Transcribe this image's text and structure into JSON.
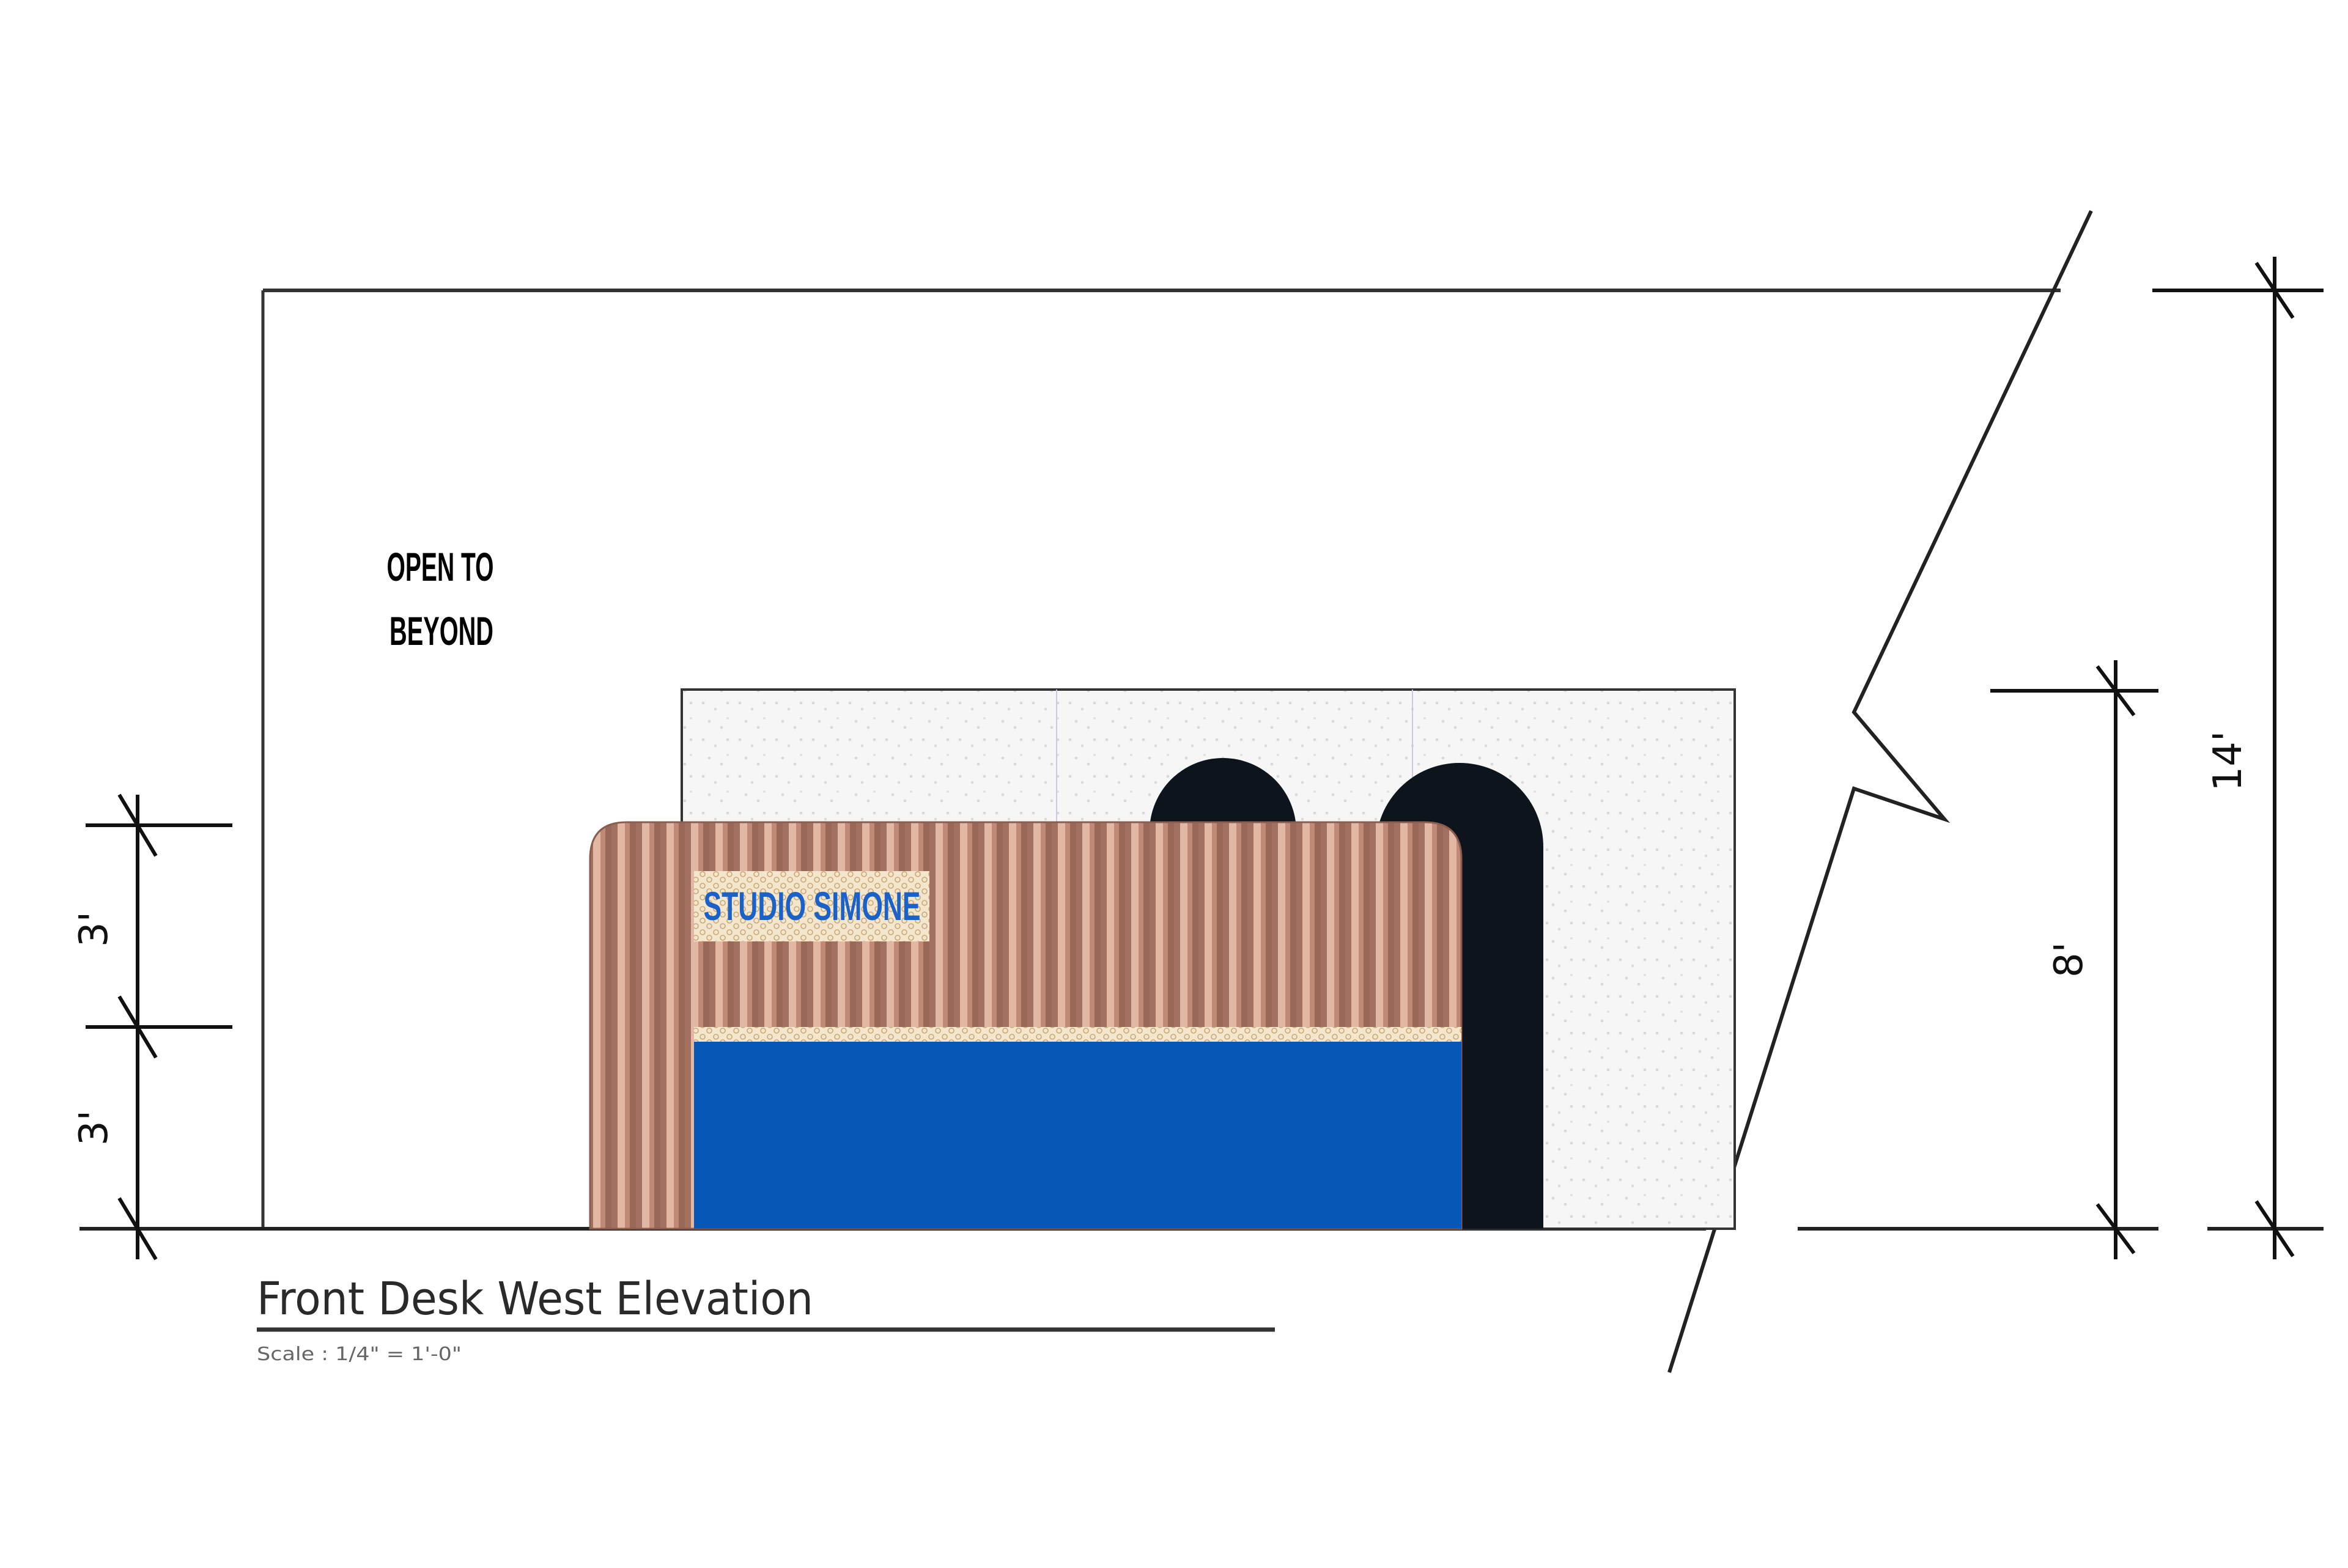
{
  "drawing": {
    "title": "Front Desk West Elevation",
    "scale": "Scale : 1/4\" = 1'-0\""
  },
  "annotations": {
    "open_to_line1": "OPEN TO",
    "open_to_line2": "BEYOND"
  },
  "desk": {
    "sign_text": "STUDIO SIMONE"
  },
  "dimensions": {
    "left_upper": "3'",
    "left_lower": "3'",
    "right_inner": "8'",
    "right_outer": "14'"
  },
  "colors": {
    "line": "#1a1a1a",
    "desk_copper": "#c4907a",
    "desk_blue": "#0758b6",
    "sign_blue": "#1a62c8",
    "arch_dark": "#0d141b",
    "wall_tile": "#f3f3f3",
    "hex_tile": "#f1e3c8"
  }
}
